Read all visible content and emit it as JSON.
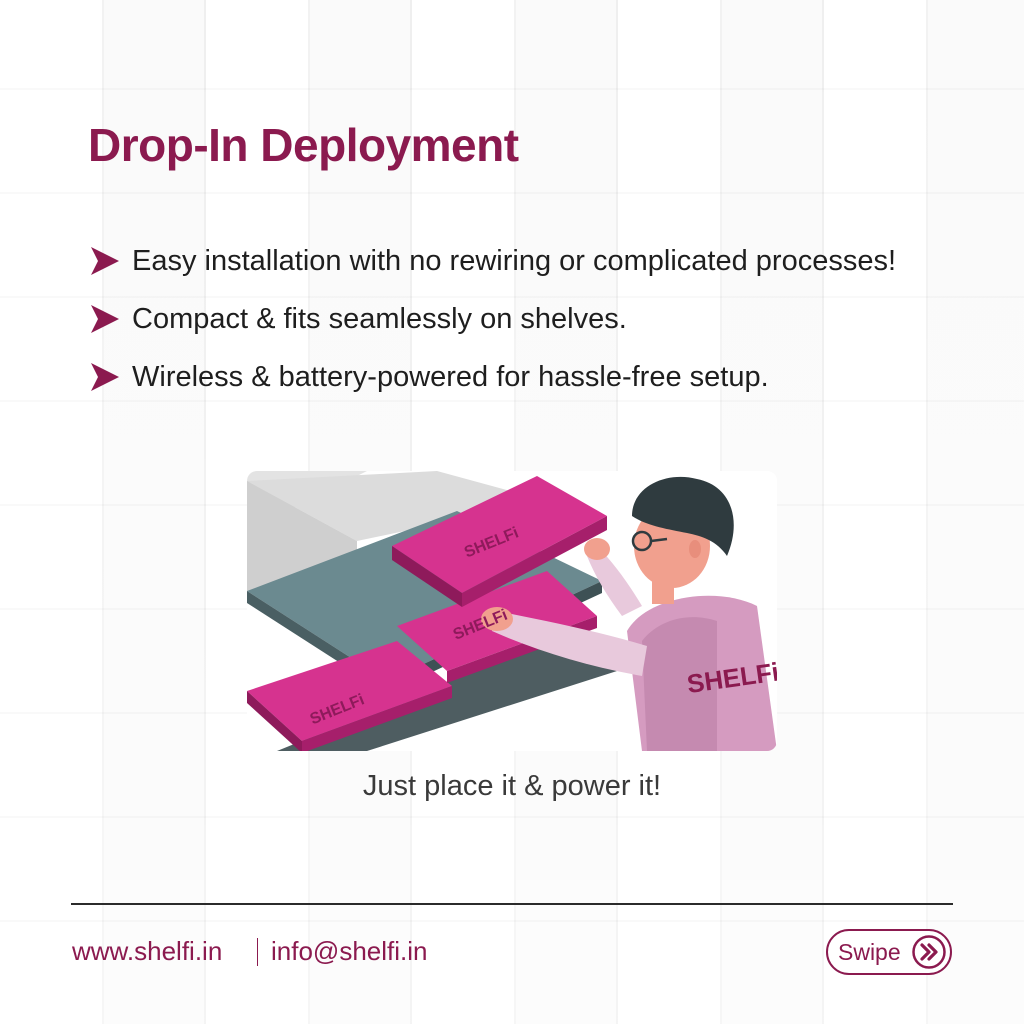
{
  "title": "Drop-In Deployment",
  "bullets": [
    "Easy installation with no rewiring or complicated processes!",
    "Compact & fits seamlessly on shelves.",
    "Wireless & battery-powered for hassle-free setup."
  ],
  "illustration": {
    "tray_brand_1": "SHELFi",
    "tray_brand_2": "SHELFi",
    "tray_brand_3": "SHELFi",
    "shirt_brand": "SHELFi"
  },
  "caption": "Just place it & power it!",
  "footer": {
    "website": "www.shelfi.in",
    "email": "info@shelfi.in",
    "swipe_label": "Swipe"
  },
  "colors": {
    "brand": "#8b1a4f",
    "magenta": "#d6338f",
    "shelf": "#6b8a90"
  }
}
